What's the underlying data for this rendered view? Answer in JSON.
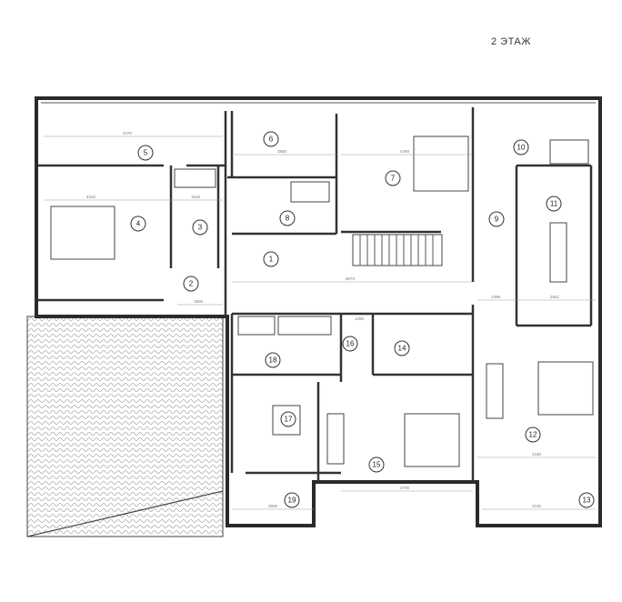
{
  "title": "2 ЭТАЖ",
  "rooms": [
    {
      "num": "1"
    },
    {
      "num": "2"
    },
    {
      "num": "3"
    },
    {
      "num": "4"
    },
    {
      "num": "5"
    },
    {
      "num": "6"
    },
    {
      "num": "7"
    },
    {
      "num": "8"
    },
    {
      "num": "9"
    },
    {
      "num": "10"
    },
    {
      "num": "11"
    },
    {
      "num": "12"
    },
    {
      "num": "13"
    },
    {
      "num": "14"
    },
    {
      "num": "15"
    },
    {
      "num": "16"
    },
    {
      "num": "17"
    },
    {
      "num": "18"
    },
    {
      "num": "19"
    }
  ],
  "dimensions": [
    "4370",
    "4310",
    "1610",
    "1800",
    "3560",
    "4780",
    "8670",
    "1250",
    "4160",
    "4700",
    "3800",
    "2641",
    "1399",
    "3745"
  ]
}
